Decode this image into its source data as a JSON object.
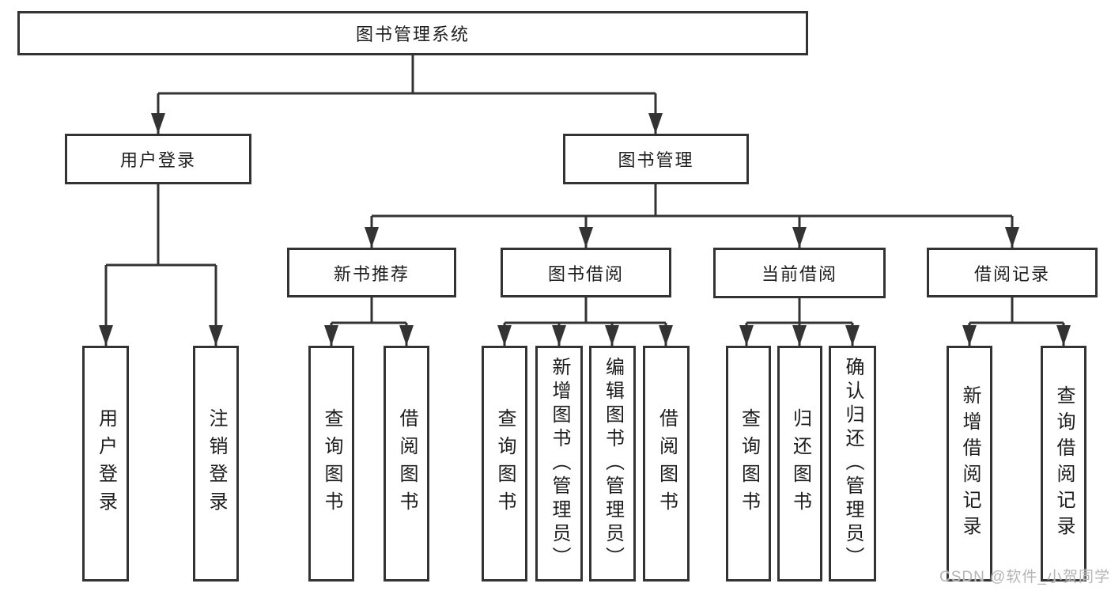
{
  "tree": {
    "root": "图书管理系统",
    "branches": [
      {
        "label": "用户登录",
        "children": [
          "用户登录",
          "注销登录"
        ]
      },
      {
        "label": "图书管理",
        "modules": [
          {
            "label": "新书推荐",
            "children": [
              "查询图书",
              "借阅图书"
            ]
          },
          {
            "label": "图书借阅",
            "children": [
              "查询图书",
              "新增图书（管理员）",
              "编辑图书（管理员）",
              "借阅图书"
            ]
          },
          {
            "label": "当前借阅",
            "children": [
              "查询图书",
              "归还图书",
              "确认归还（管理员）"
            ]
          },
          {
            "label": "借阅记录",
            "children": [
              "新增借阅记录",
              "查询借阅记录"
            ]
          }
        ]
      }
    ]
  },
  "watermark": "CSDN @软件_小贺同学",
  "colors": {
    "line": "#333333",
    "box_border": "#333333",
    "text": "#1d1d1d",
    "watermark": "#b5b5b5",
    "background": "#ffffff"
  }
}
